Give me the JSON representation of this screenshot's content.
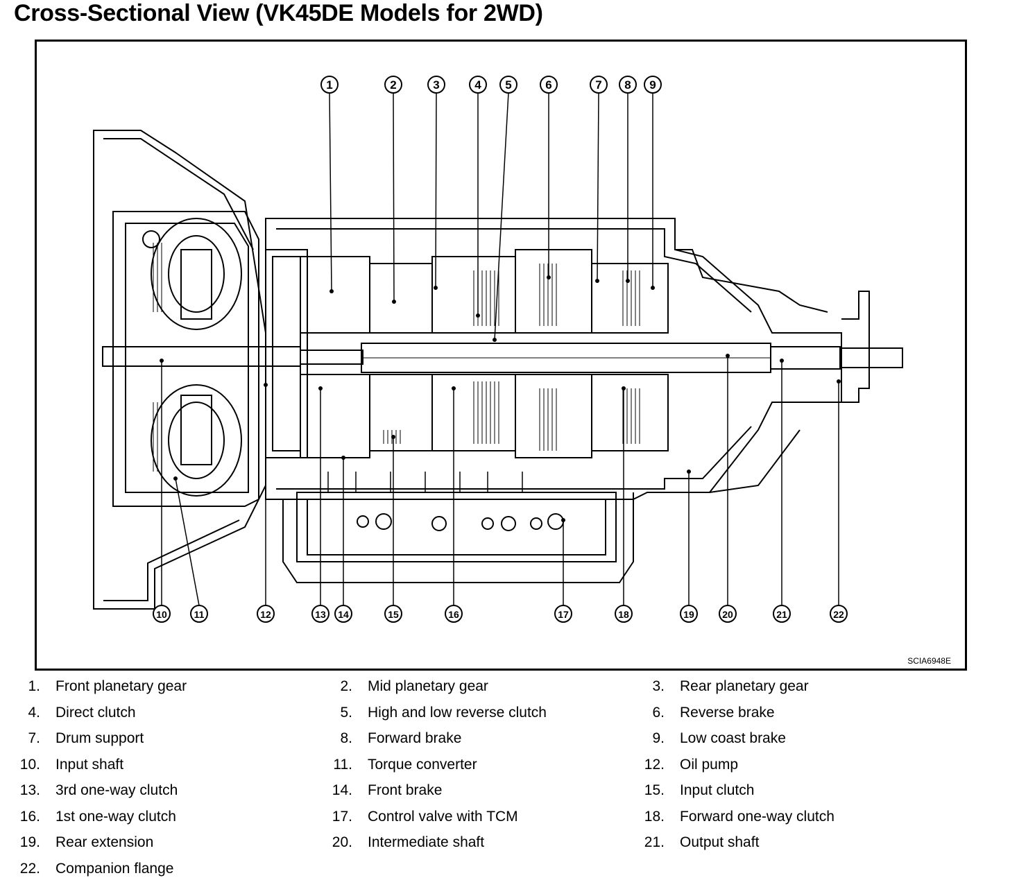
{
  "title": "Cross-Sectional View (VK45DE Models for 2WD)",
  "figure_code": "SCIA6948E",
  "callouts_top": [
    "1",
    "2",
    "3",
    "4",
    "5",
    "6",
    "7",
    "8",
    "9"
  ],
  "callouts_bottom": [
    "10",
    "11",
    "12",
    "13",
    "14",
    "15",
    "16",
    "17",
    "18",
    "19",
    "20",
    "21",
    "22"
  ],
  "legend": [
    {
      "num": "1.",
      "label": "Front planetary gear"
    },
    {
      "num": "2.",
      "label": "Mid planetary gear"
    },
    {
      "num": "3.",
      "label": "Rear planetary gear"
    },
    {
      "num": "4.",
      "label": "Direct clutch"
    },
    {
      "num": "5.",
      "label": "High and low reverse clutch"
    },
    {
      "num": "6.",
      "label": "Reverse brake"
    },
    {
      "num": "7.",
      "label": "Drum support"
    },
    {
      "num": "8.",
      "label": "Forward brake"
    },
    {
      "num": "9.",
      "label": "Low coast brake"
    },
    {
      "num": "10.",
      "label": "Input shaft"
    },
    {
      "num": "11.",
      "label": "Torque converter"
    },
    {
      "num": "12.",
      "label": "Oil pump"
    },
    {
      "num": "13.",
      "label": "3rd one-way clutch"
    },
    {
      "num": "14.",
      "label": "Front brake"
    },
    {
      "num": "15.",
      "label": "Input clutch"
    },
    {
      "num": "16.",
      "label": "1st one-way clutch"
    },
    {
      "num": "17.",
      "label": "Control valve with TCM"
    },
    {
      "num": "18.",
      "label": "Forward one-way clutch"
    },
    {
      "num": "19.",
      "label": "Rear extension"
    },
    {
      "num": "20.",
      "label": "Intermediate shaft"
    },
    {
      "num": "21.",
      "label": "Output shaft"
    },
    {
      "num": "22.",
      "label": "Companion flange"
    }
  ]
}
